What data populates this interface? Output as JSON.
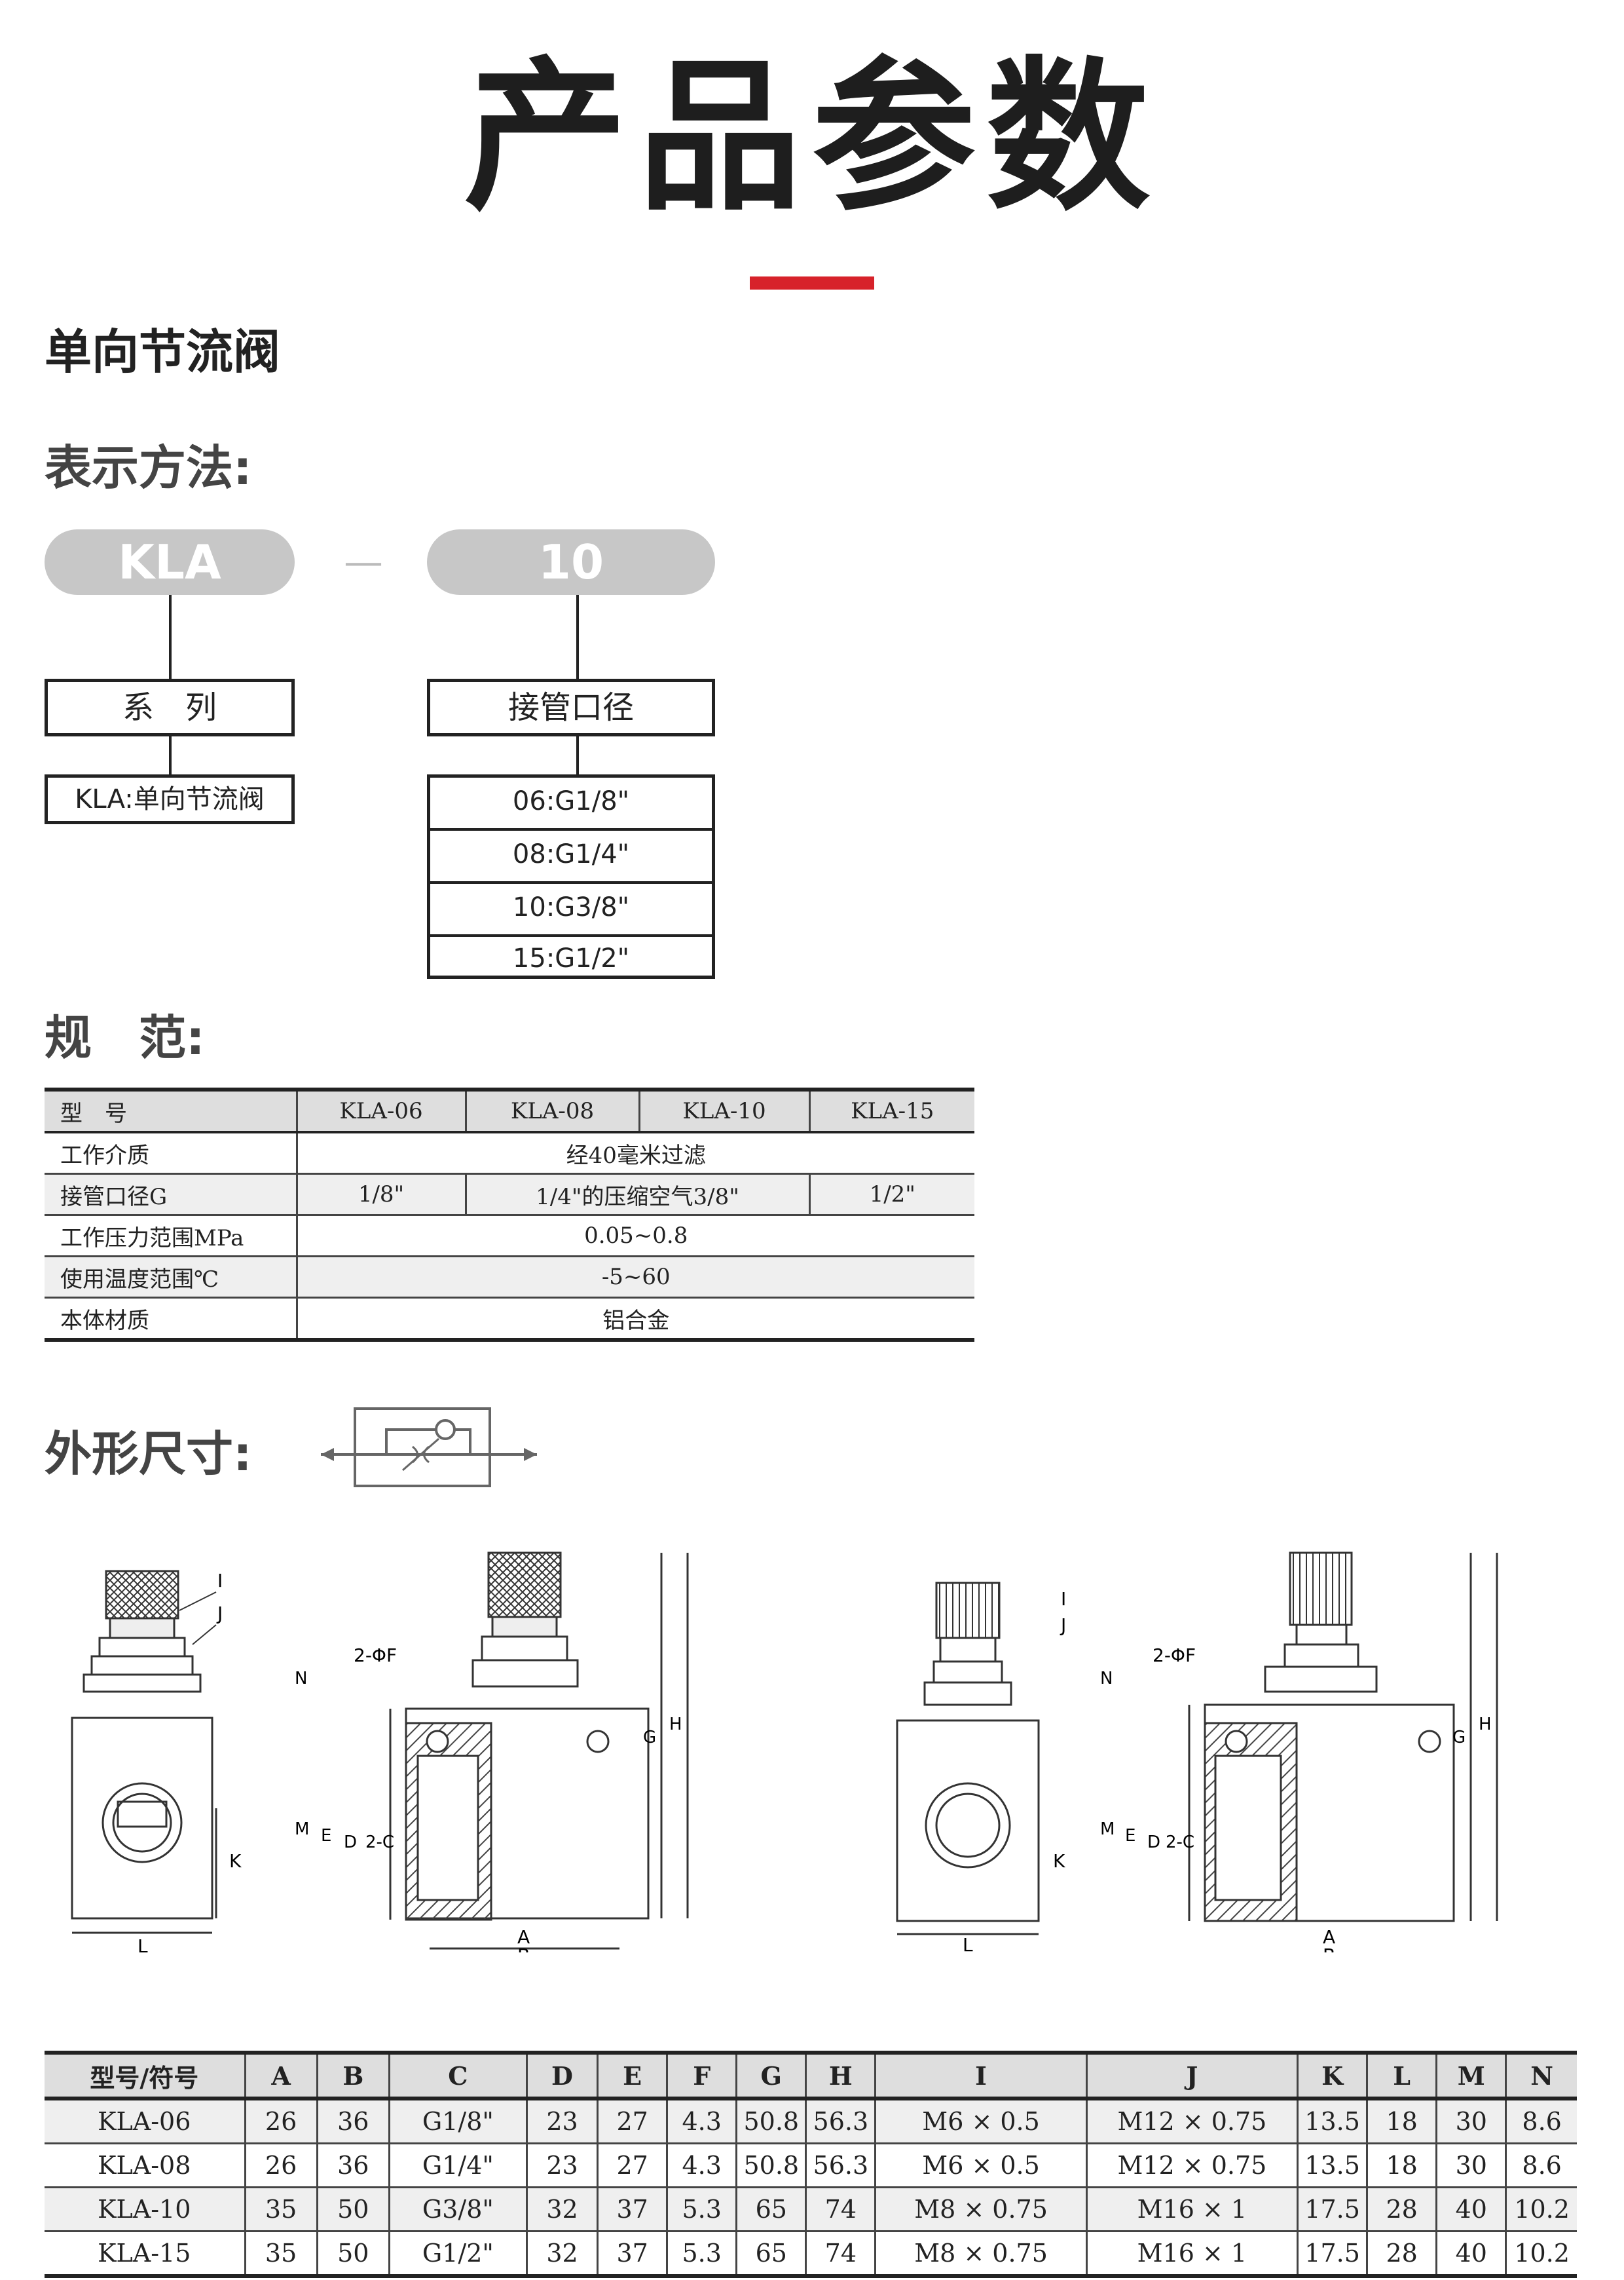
{
  "page_title": "产品参数",
  "product_name": "单向节流阀",
  "designation": {
    "heading": "表示方法:",
    "series_code": "KLA",
    "separator": "—",
    "size_code": "10",
    "series_label": "系　列",
    "series_desc": "KLA:单向节流阀",
    "port_label": "接管口径",
    "port_options": [
      "06:G1/8\"",
      "08:G1/4\"",
      "10:G3/8\"",
      "15:G1/2\""
    ]
  },
  "spec": {
    "heading": "规　范:",
    "header": [
      "型　号",
      "KLA-06",
      "KLA-08",
      "KLA-10",
      "KLA-15"
    ],
    "medium_label": "工作介质",
    "medium_value": "经40毫米过滤",
    "port_label": "接管口径G",
    "port_values": [
      "1/8\"",
      "1/4\"的压缩空气3/8\"",
      "1/2\""
    ],
    "pressure_label": "工作压力范围MPa",
    "pressure_value": "0.05~0.8",
    "temp_label": "使用温度范围℃",
    "temp_value": "-5~60",
    "material_label": "本体材质",
    "material_value": "铝合金"
  },
  "dimensions": {
    "heading": "外形尺寸:",
    "drawing_labels": {
      "I": "I",
      "J": "J",
      "F": "2-ΦF",
      "N": "N",
      "M": "M",
      "E": "E",
      "D": "D",
      "C": "2-C",
      "K": "K",
      "L": "L",
      "A": "A",
      "B": "B",
      "G": "G",
      "H": "H"
    },
    "columns": [
      "型号/符号",
      "A",
      "B",
      "C",
      "D",
      "E",
      "F",
      "G",
      "H",
      "I",
      "J",
      "K",
      "L",
      "M",
      "N"
    ],
    "rows": [
      [
        "KLA-06",
        "26",
        "36",
        "G1/8\"",
        "23",
        "27",
        "4.3",
        "50.8",
        "56.3",
        "M6 × 0.5",
        "M12 × 0.75",
        "13.5",
        "18",
        "30",
        "8.6"
      ],
      [
        "KLA-08",
        "26",
        "36",
        "G1/4\"",
        "23",
        "27",
        "4.3",
        "50.8",
        "56.3",
        "M6 × 0.5",
        "M12 × 0.75",
        "13.5",
        "18",
        "30",
        "8.6"
      ],
      [
        "KLA-10",
        "35",
        "50",
        "G3/8\"",
        "32",
        "37",
        "5.3",
        "65",
        "74",
        "M8 × 0.75",
        "M16 × 1",
        "17.5",
        "28",
        "40",
        "10.2"
      ],
      [
        "KLA-15",
        "35",
        "50",
        "G1/2\"",
        "32",
        "37",
        "5.3",
        "65",
        "74",
        "M8 × 0.75",
        "M16 × 1",
        "17.5",
        "28",
        "40",
        "10.2"
      ]
    ]
  }
}
